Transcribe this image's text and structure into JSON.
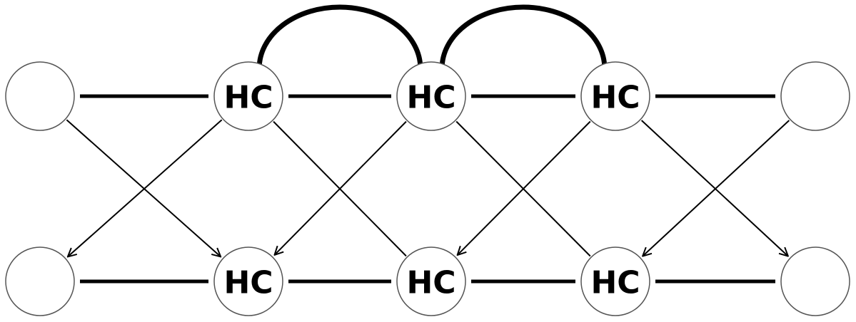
{
  "diagram": {
    "node_label": "HC",
    "top_row": [
      {
        "id": "t0",
        "label": ""
      },
      {
        "id": "t1",
        "label": "HC"
      },
      {
        "id": "t2",
        "label": "HC"
      },
      {
        "id": "t3",
        "label": "HC"
      },
      {
        "id": "t4",
        "label": ""
      }
    ],
    "bottom_row": [
      {
        "id": "b0",
        "label": ""
      },
      {
        "id": "b1",
        "label": "HC"
      },
      {
        "id": "b2",
        "label": "HC"
      },
      {
        "id": "b3",
        "label": "HC"
      },
      {
        "id": "b4",
        "label": ""
      }
    ],
    "horizontal_bonds": [
      [
        "t0",
        "t1"
      ],
      [
        "t1",
        "t2"
      ],
      [
        "t2",
        "t3"
      ],
      [
        "t3",
        "t4"
      ],
      [
        "b0",
        "b1"
      ],
      [
        "b1",
        "b2"
      ],
      [
        "b2",
        "b3"
      ],
      [
        "b3",
        "b4"
      ]
    ],
    "top_arcs": [
      [
        "t1",
        "t2"
      ],
      [
        "t2",
        "t3"
      ]
    ],
    "arrows": [
      {
        "from": "t0",
        "to": "b1",
        "arrowhead": true
      },
      {
        "from": "t1",
        "to": "b0",
        "arrowhead": true
      },
      {
        "from": "t1",
        "to": "b2",
        "arrowhead": false
      },
      {
        "from": "t2",
        "to": "b1",
        "arrowhead": true
      },
      {
        "from": "t2",
        "to": "b3",
        "arrowhead": false
      },
      {
        "from": "t3",
        "to": "b2",
        "arrowhead": true
      },
      {
        "from": "t3",
        "to": "b4",
        "arrowhead": true
      },
      {
        "from": "t4",
        "to": "b3",
        "arrowhead": true
      }
    ]
  }
}
